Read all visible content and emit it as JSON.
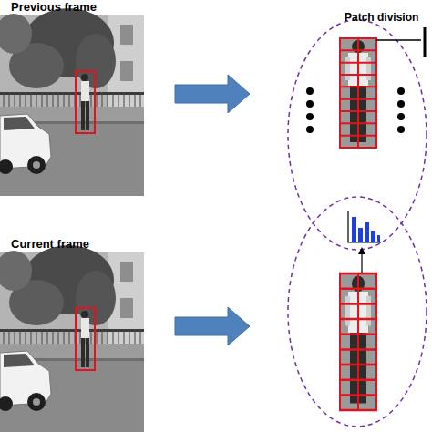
{
  "diagram": {
    "nodes": [
      {
        "text": [
          "Previous frame"
        ]
      },
      {
        "text": [
          "Current frame"
        ]
      }
    ],
    "labels": [
      "Patch division"
    ]
  }
}
